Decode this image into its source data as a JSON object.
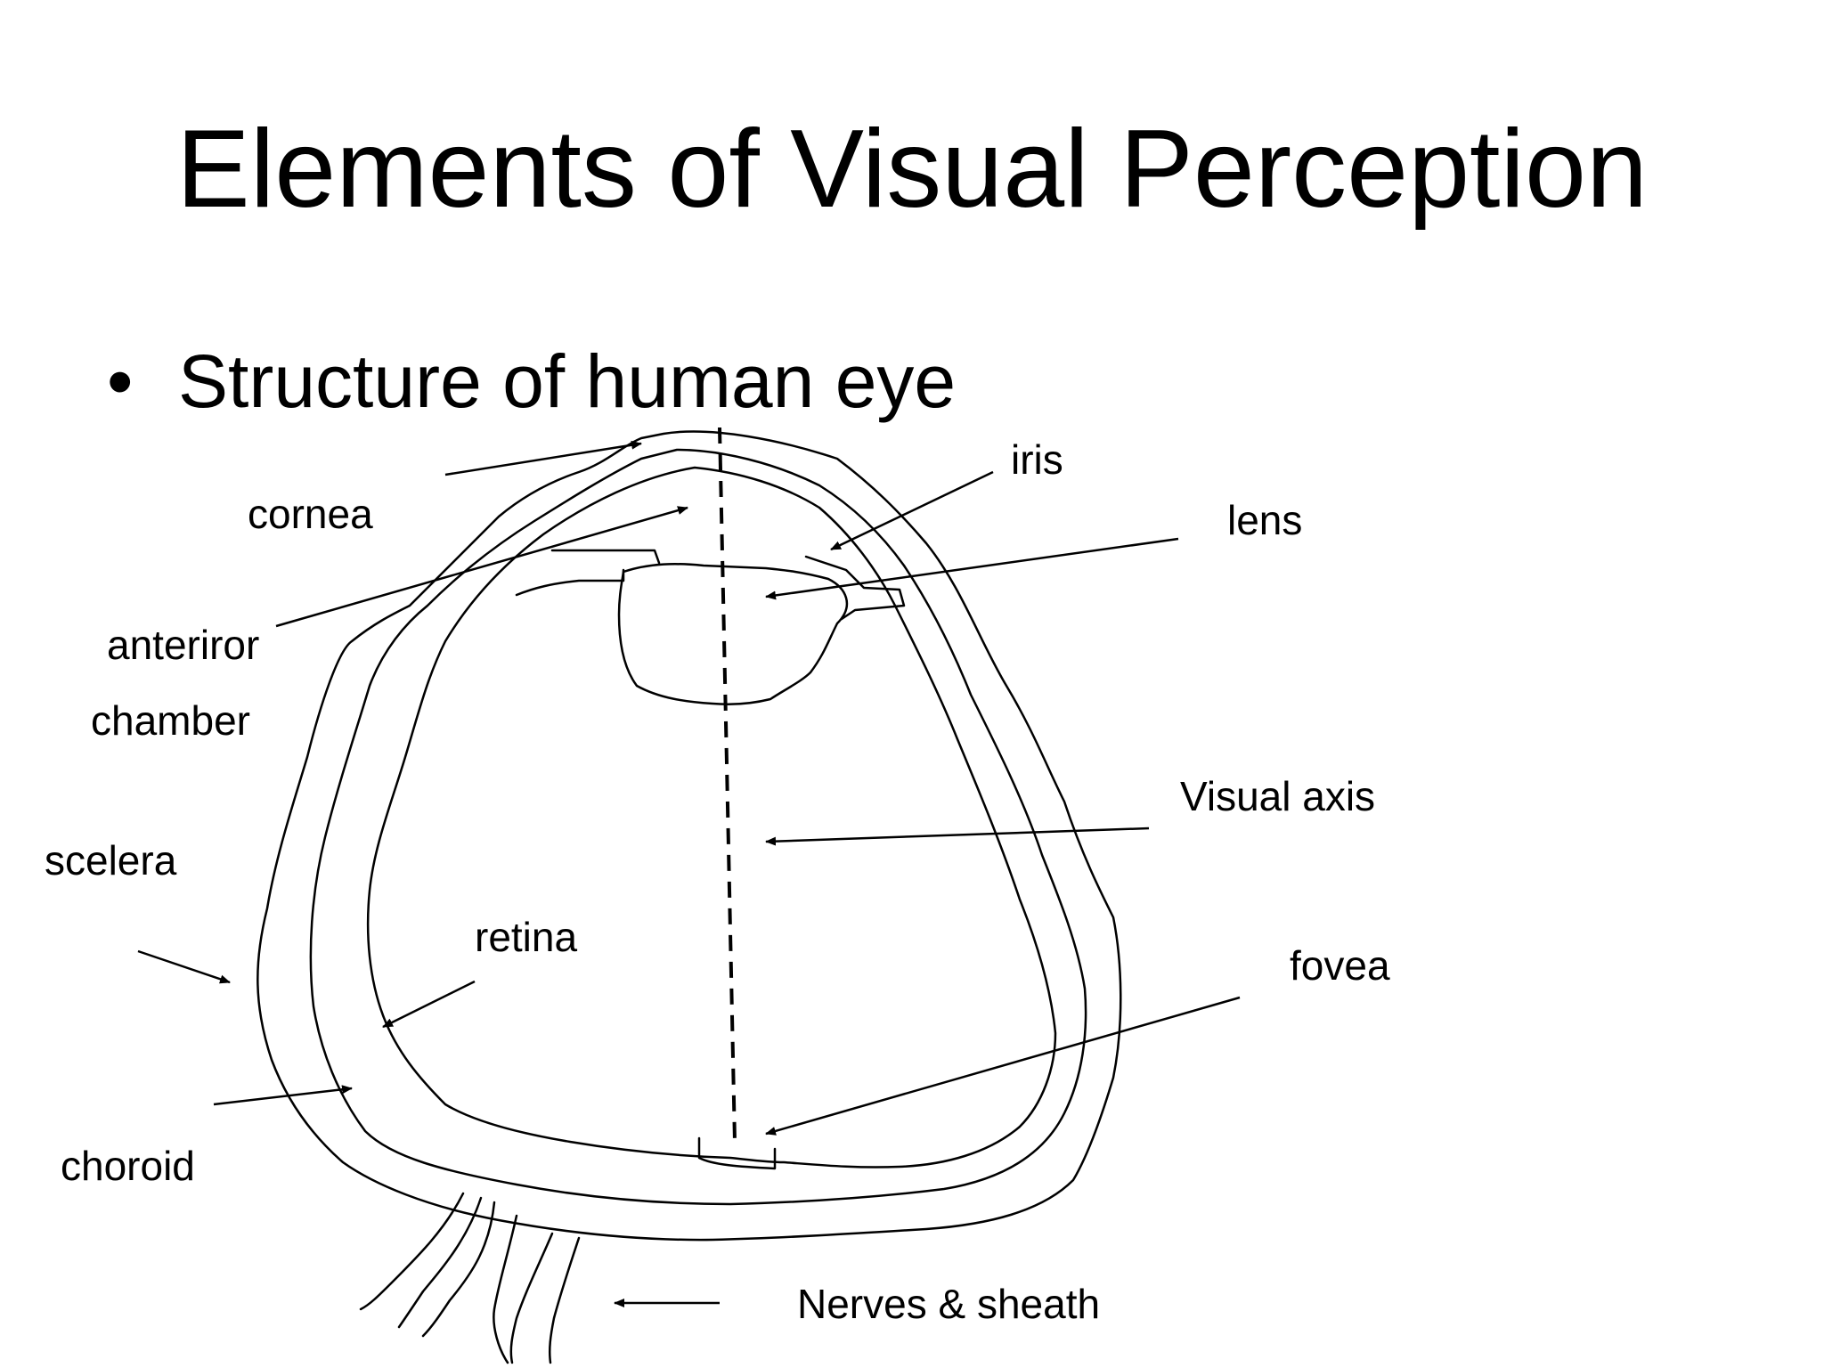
{
  "slide": {
    "title": "Elements of Visual Perception",
    "bullet_marker": "•",
    "bullet_text": "Structure of human eye"
  },
  "diagram": {
    "labels": {
      "cornea": "cornea",
      "iris": "iris",
      "lens": "lens",
      "anterior_line1": "anteriror",
      "anterior_line2": "chamber",
      "scelera": "scelera",
      "retina": "retina",
      "visual_axis": "Visual axis",
      "fovea": "fovea",
      "choroid": "choroid",
      "nerves": "Nerves & sheath"
    }
  }
}
